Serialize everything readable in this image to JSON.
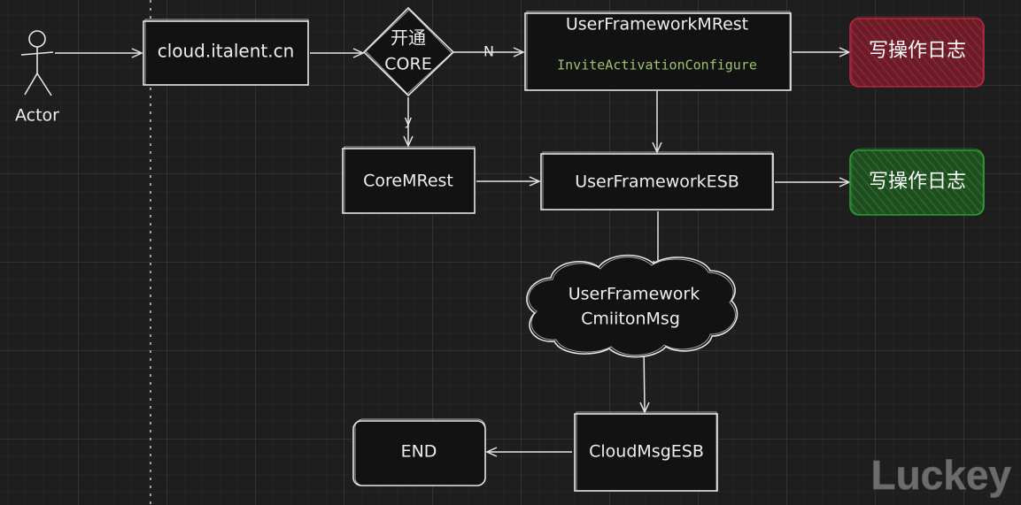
{
  "actor": {
    "label": "Actor"
  },
  "nodes": {
    "cloud": "cloud.italent.cn",
    "decision_line1": "开通",
    "decision_line2": "CORE",
    "ufmrest_title": "UserFrameworkMRest",
    "ufmrest_method": "InviteActivationConfigure",
    "log_red": "写操作日志",
    "coremrest": "CoreMRest",
    "ufesb": "UserFrameworkESB",
    "log_green": "写操作日志",
    "cloud_msg_line1": "UserFramework",
    "cloud_msg_line2": "CmiitonMsg",
    "cloudmsgesb": "CloudMsgESB",
    "end": "END"
  },
  "edge_labels": {
    "no": "N",
    "yes": "y"
  },
  "colors": {
    "background": "#1e1e1e",
    "log_red_fill": "#6a1d28",
    "log_red_stroke": "#b32a3c",
    "log_green_fill": "#1f4d1f",
    "log_green_stroke": "#2f9a3a",
    "method_text": "#9ec26e"
  },
  "watermark": "Luckey"
}
